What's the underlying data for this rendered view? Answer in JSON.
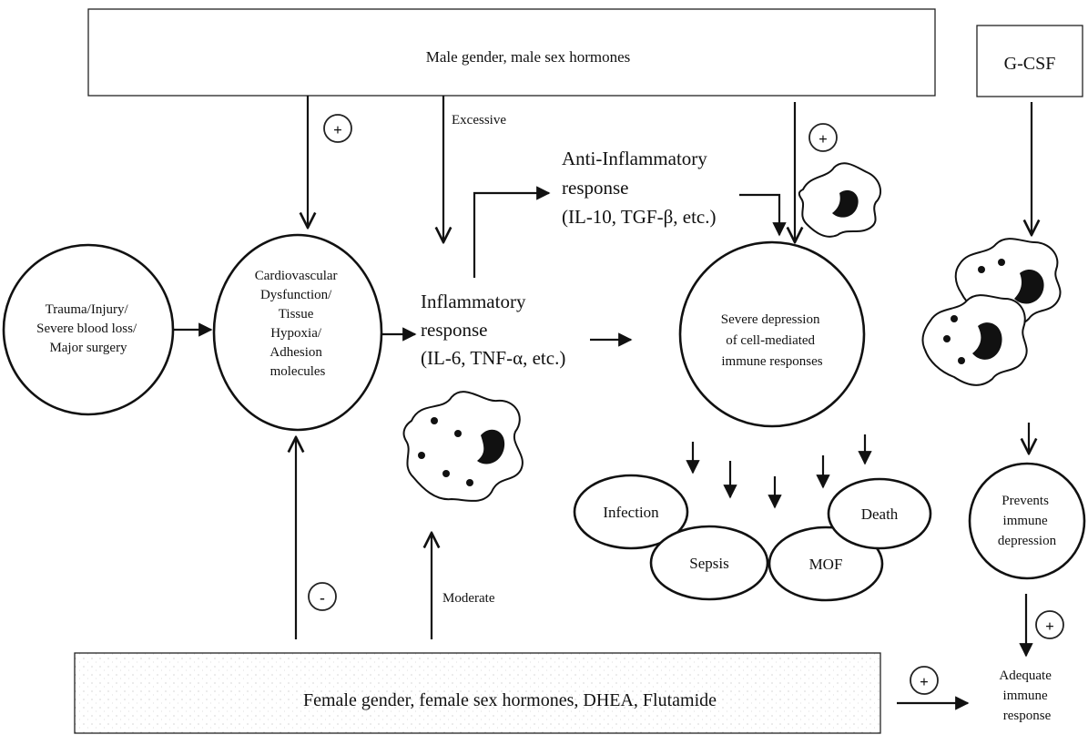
{
  "boxes": {
    "male": "Male gender, male sex hormones",
    "gcsf": "G-CSF",
    "female": "Female gender, female sex hormones, DHEA, Flutamide"
  },
  "nodes": {
    "trauma": [
      "Trauma/Injury/",
      "Severe blood loss/",
      "Major surgery"
    ],
    "cardio": [
      "Cardiovascular",
      "Dysfunction/",
      "Tissue",
      "Hypoxia/",
      "Adhesion",
      "molecules"
    ],
    "inflammatory": [
      "Inflammatory",
      "response",
      "(IL-6, TNF-α, etc.)"
    ],
    "anti_inflammatory": [
      "Anti-Inflammatory",
      "response",
      "(IL-10, TGF-β, etc.)"
    ],
    "depression": [
      "Severe depression",
      "of cell-mediated",
      "immune responses"
    ],
    "prevents": [
      "Prevents",
      "immune",
      "depression"
    ],
    "adequate": [
      "Adequate",
      "immune",
      "response"
    ]
  },
  "outcomes": {
    "infection": "Infection",
    "sepsis": "Sepsis",
    "mof": "MOF",
    "death": "Death"
  },
  "arrow_labels": {
    "excessive": "Excessive",
    "moderate": "Moderate"
  },
  "signs": {
    "plus": "+",
    "minus": "-"
  }
}
